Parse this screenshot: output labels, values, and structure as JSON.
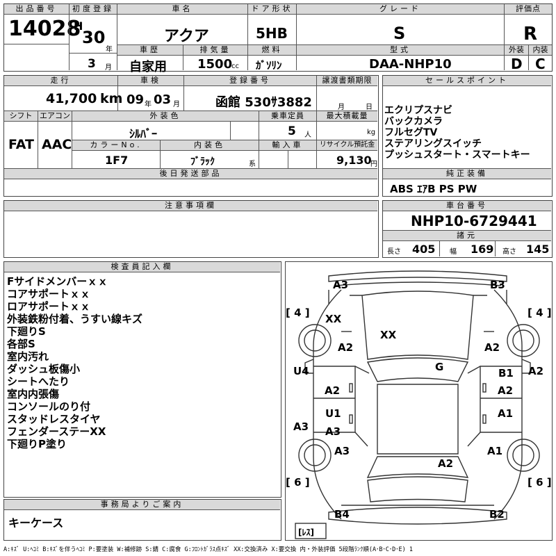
{
  "header": {
    "lot_label": "出品番号",
    "lot_no": "14028",
    "first_reg_label": "初度登録",
    "era": "H",
    "year": "30",
    "year_unit": "年",
    "month": "3",
    "month_unit": "月",
    "name_label": "車名",
    "car_name": "アクア",
    "door_label": "ドア形状",
    "door": "5HB",
    "grade_label": "グレード",
    "grade": "S",
    "score_label": "評価点",
    "score": "R",
    "history_label": "車歴",
    "history": "自家用",
    "displacement_label": "排気量",
    "displacement": "1500",
    "displacement_unit": "cc",
    "fuel_label": "燃料",
    "fuel": "ｶﾞｿﾘﾝ",
    "model_label": "型式",
    "model": "DAA-NHP10",
    "exterior_label": "外装",
    "exterior": "D",
    "interior_label": "内装",
    "interior": "C"
  },
  "row2": {
    "mileage_label": "走行",
    "mileage": "41,700",
    "mileage_unit": "km",
    "inspection_label": "車検",
    "insp_year": "09",
    "insp_year_unit": "年",
    "insp_month": "03",
    "insp_month_unit": "月",
    "plate_label": "登録番号",
    "plate": "函館 530ｻ3882",
    "transfer_label": "譲渡書類期限",
    "transfer_month": "月",
    "transfer_day": "日",
    "shift_label": "シフト",
    "shift": "FAT",
    "ac_label": "エアコン",
    "ac": "AAC",
    "color_label": "外装色",
    "color": "ｼﾙﾊﾞｰ",
    "capacity_label": "乗車定員",
    "capacity": "5",
    "capacity_unit": "人",
    "load_label": "最大積載量",
    "load_unit": "kg",
    "color_no_label": "カラーNo.",
    "color_no": "1F7",
    "int_color_label": "内装色",
    "int_color": "ﾌﾞﾗｯｸ",
    "int_color_unit": "系",
    "import_label": "輸入車",
    "recycle_label": "リサイクル預託金",
    "recycle": "9,130",
    "recycle_unit": "円",
    "later_parts_label": "後日発送部品"
  },
  "sales": {
    "label": "セールスポイント",
    "points": [
      "エクリプスナビ",
      "バックカメラ",
      "フルセグTV",
      "ステアリングスイッチ",
      "プッシュスタート・スマートキー"
    ],
    "equip_label": "純正装備",
    "equip": "ABS ｴｱB PS PW"
  },
  "notes": {
    "label": "注意事項欄"
  },
  "chassis": {
    "label": "車台番号",
    "number": "NHP10-6729441",
    "dims_label": "諸元",
    "length_label": "長さ",
    "length": "405",
    "width_label": "幅",
    "width": "169",
    "height_label": "高さ",
    "height": "145"
  },
  "inspector": {
    "label": "検査員記入欄",
    "lines": [
      "Fサイドメンバーｘｘ",
      "コアサポートｘｘ",
      "ロアサポートｘｘ",
      "外装鉄粉付着、うすい線キズ",
      "下廻りS",
      "各部S",
      "室内汚れ",
      "ダッシュ板傷小",
      "シートへたり",
      "室内内張傷",
      "コンソールのり付",
      "スタッドレスタイヤ",
      "フェンダーステーXX",
      "下廻りP塗り"
    ]
  },
  "office": {
    "label": "事務局よりご案内",
    "text": "キーケース"
  },
  "diagram": {
    "marks": {
      "front_left_corner": "A3",
      "front_right_corner": "B3",
      "tire_fl": "[ 4 ]",
      "tire_fr": "[ 4 ]",
      "left_front_fender_top": "XX",
      "hood": "XX",
      "left_front_fender": "A2",
      "right_front_fender": "A2",
      "left_mirror": "U4",
      "roof": "G",
      "right_mirror": "A2",
      "right_front_door_b": "B1",
      "left_front_door": "A2",
      "right_front_door": "A2",
      "left_rear_door_u": "U1",
      "left_rear_door": "A3",
      "right_rear_door": "A1",
      "left_side": "A3",
      "left_rear_fender": "A3",
      "right_rear_fender": "A1",
      "trunk": "A2",
      "tire_rl": "[ 6 ]",
      "tire_rr": "[ 6 ]",
      "rear_left_corner": "B4",
      "rear_right_corner": "B2",
      "spare": "[ﾚｽ]"
    }
  },
  "legend": "A:ｷｽﾞ U:ﾍｺﾐ B:ｷｽﾞを伴うﾍｺﾐ P:要塗装 W:補修跡 S:錆 C:腐食 G:ﾌﾛﾝﾄｶﾞﾗｽ点ｷｽﾞ XX:交換済み X:要交換 内・外装評価 5段階ﾗﾝｸ順(A･B･C･D･E) 1"
}
